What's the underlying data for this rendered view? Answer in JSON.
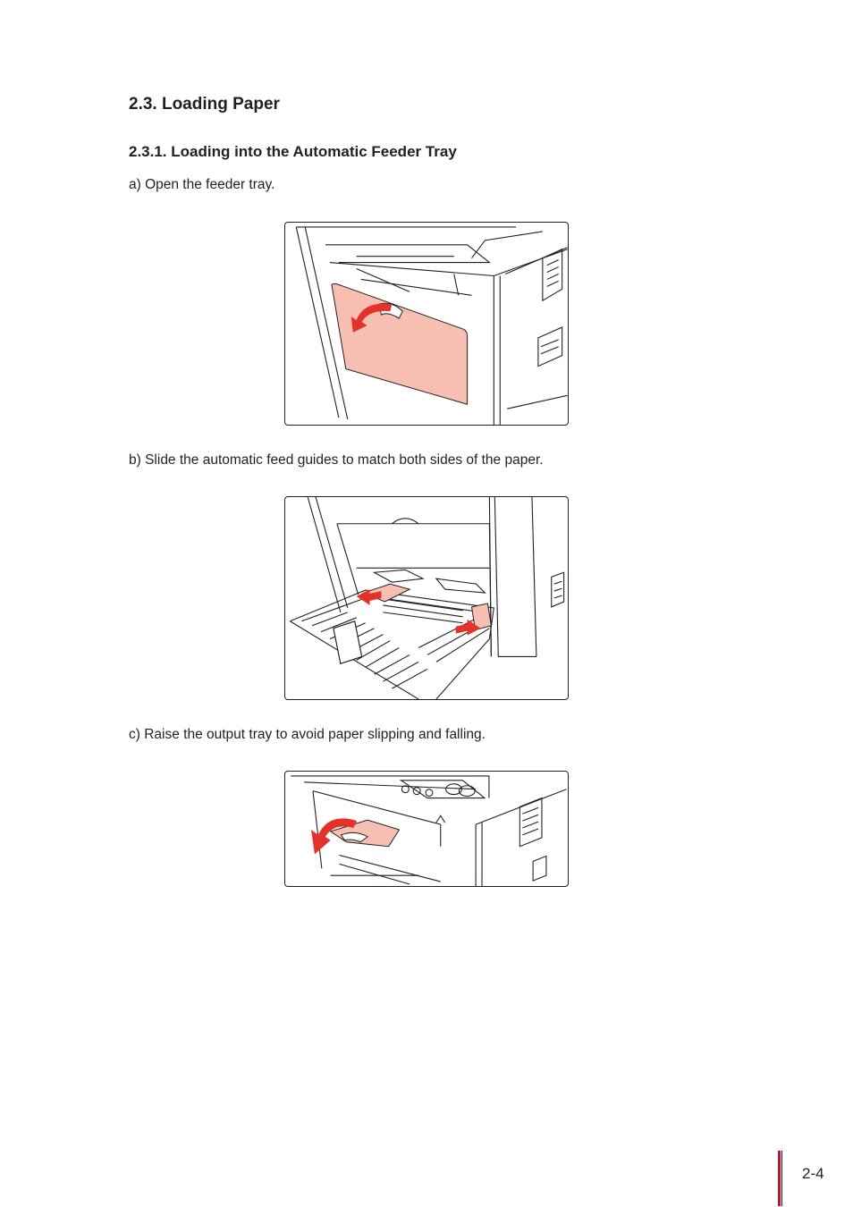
{
  "section": {
    "title": "2.3. Loading Paper"
  },
  "subsection": {
    "title": "2.3.1. Loading into the Automatic Feeder Tray"
  },
  "steps": [
    {
      "text": "a) Open the feeder tray."
    },
    {
      "text": "b) Slide the automatic feed guides to match both sides of the paper."
    },
    {
      "text": "c) Raise the output tray to avoid paper slipping and falling."
    }
  ],
  "footer": {
    "page_number": "2-4"
  },
  "colors": {
    "highlight": "#f7bfb2",
    "arrow": "#e4322b",
    "accent_bar": "#c8102e"
  }
}
